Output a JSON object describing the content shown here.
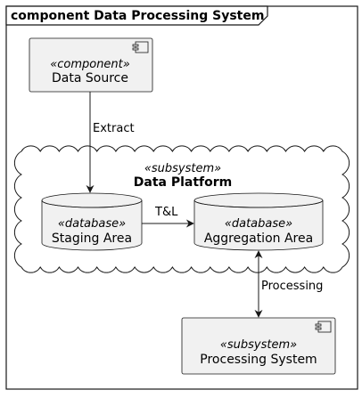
{
  "frame": {
    "title": "component Data Processing System"
  },
  "nodes": {
    "data_source": {
      "stereotype": "«component»",
      "label": "Data Source"
    },
    "platform": {
      "stereotype": "«subsystem»",
      "label": "Data Platform"
    },
    "staging": {
      "stereotype": "«database»",
      "label": "Staging Area"
    },
    "aggregation": {
      "stereotype": "«database»",
      "label": "Aggregation Area"
    },
    "processing": {
      "stereotype": "«subsystem»",
      "label": "Processing System"
    }
  },
  "edges": {
    "extract": "Extract",
    "tl": "T&L",
    "processing": "Processing"
  },
  "colors": {
    "node_fill": "#f1f1f1",
    "line": "#181818",
    "background": "#ffffff"
  }
}
